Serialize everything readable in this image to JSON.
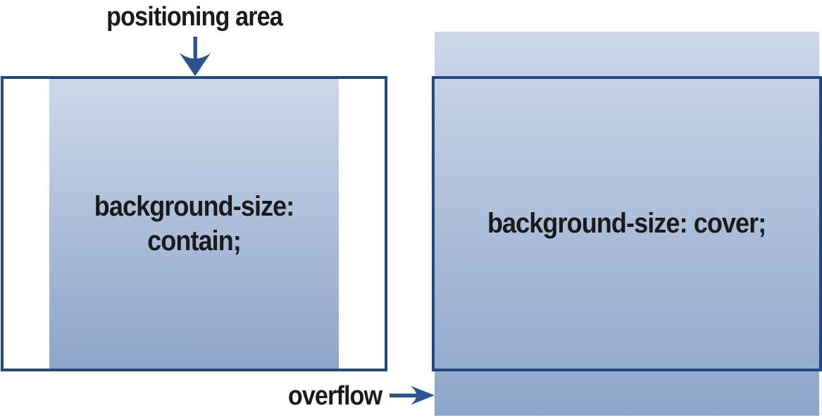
{
  "figure": {
    "labels": {
      "positioning_area": "positioning area",
      "overflow": "overflow"
    },
    "contain_box": {
      "line1": "background-size:",
      "line2": "contain;"
    },
    "cover_box": {
      "label": "background-size: cover;"
    }
  },
  "colors": {
    "border": "#24487d",
    "arrow": "#2b5391",
    "gradient_top": "#ccd7e9",
    "gradient_bottom": "#8da5cb",
    "text": "#1a1a1a",
    "canvas_background": "#ffffff"
  },
  "icons": {
    "down_arrow": "down-arrow-icon",
    "right_arrow": "right-arrow-icon"
  }
}
